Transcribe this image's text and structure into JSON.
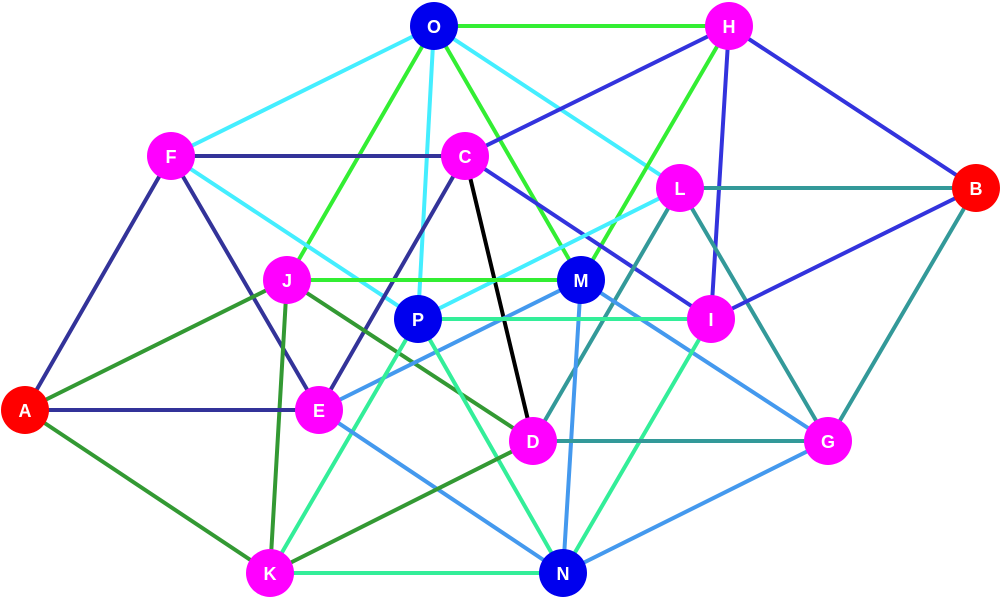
{
  "graph": {
    "nodes": [
      {
        "id": "O",
        "label": "O",
        "color": "#0000ee"
      },
      {
        "id": "H",
        "label": "H",
        "color": "#ff00ff"
      },
      {
        "id": "F",
        "label": "F",
        "color": "#ff00ff"
      },
      {
        "id": "C",
        "label": "C",
        "color": "#ff00ff"
      },
      {
        "id": "L",
        "label": "L",
        "color": "#ff00ff"
      },
      {
        "id": "B",
        "label": "B",
        "color": "#ff0000"
      },
      {
        "id": "J",
        "label": "J",
        "color": "#ff00ff"
      },
      {
        "id": "M",
        "label": "M",
        "color": "#0000ee"
      },
      {
        "id": "P",
        "label": "P",
        "color": "#0000ee"
      },
      {
        "id": "I",
        "label": "I",
        "color": "#ff00ff"
      },
      {
        "id": "A",
        "label": "A",
        "color": "#ff0000"
      },
      {
        "id": "E",
        "label": "E",
        "color": "#ff00ff"
      },
      {
        "id": "D",
        "label": "D",
        "color": "#ff00ff"
      },
      {
        "id": "G",
        "label": "G",
        "color": "#ff00ff"
      },
      {
        "id": "K",
        "label": "K",
        "color": "#ff00ff"
      },
      {
        "id": "N",
        "label": "N",
        "color": "#0000ee"
      }
    ],
    "edges": [
      {
        "from": "O",
        "to": "H",
        "color": "#33ee33"
      },
      {
        "from": "O",
        "to": "F",
        "color": "#44eeff"
      },
      {
        "from": "O",
        "to": "J",
        "color": "#33ee33"
      },
      {
        "from": "O",
        "to": "P",
        "color": "#44eeff"
      },
      {
        "from": "O",
        "to": "M",
        "color": "#33ee33"
      },
      {
        "from": "O",
        "to": "L",
        "color": "#44eeff"
      },
      {
        "from": "H",
        "to": "C",
        "color": "#3333dd"
      },
      {
        "from": "H",
        "to": "M",
        "color": "#33ee33"
      },
      {
        "from": "H",
        "to": "I",
        "color": "#3333dd"
      },
      {
        "from": "H",
        "to": "B",
        "color": "#3333dd"
      },
      {
        "from": "F",
        "to": "C",
        "color": "#333399"
      },
      {
        "from": "F",
        "to": "P",
        "color": "#44eeff"
      },
      {
        "from": "F",
        "to": "A",
        "color": "#333399"
      },
      {
        "from": "F",
        "to": "E",
        "color": "#333399"
      },
      {
        "from": "C",
        "to": "E",
        "color": "#333399"
      },
      {
        "from": "C",
        "to": "D",
        "color": "#000000"
      },
      {
        "from": "C",
        "to": "I",
        "color": "#3333dd"
      },
      {
        "from": "L",
        "to": "B",
        "color": "#339999"
      },
      {
        "from": "L",
        "to": "P",
        "color": "#44eeff"
      },
      {
        "from": "L",
        "to": "D",
        "color": "#339999"
      },
      {
        "from": "L",
        "to": "G",
        "color": "#339999"
      },
      {
        "from": "B",
        "to": "I",
        "color": "#3333dd"
      },
      {
        "from": "B",
        "to": "G",
        "color": "#339999"
      },
      {
        "from": "J",
        "to": "M",
        "color": "#33ee33"
      },
      {
        "from": "J",
        "to": "A",
        "color": "#339933"
      },
      {
        "from": "J",
        "to": "K",
        "color": "#339933"
      },
      {
        "from": "J",
        "to": "D",
        "color": "#339933"
      },
      {
        "from": "M",
        "to": "E",
        "color": "#4499ee"
      },
      {
        "from": "M",
        "to": "N",
        "color": "#4499ee"
      },
      {
        "from": "M",
        "to": "G",
        "color": "#4499ee"
      },
      {
        "from": "P",
        "to": "I",
        "color": "#33ee99"
      },
      {
        "from": "P",
        "to": "K",
        "color": "#33ee99"
      },
      {
        "from": "P",
        "to": "N",
        "color": "#33ee99"
      },
      {
        "from": "I",
        "to": "N",
        "color": "#33ee99"
      },
      {
        "from": "A",
        "to": "E",
        "color": "#333399"
      },
      {
        "from": "A",
        "to": "K",
        "color": "#339933"
      },
      {
        "from": "E",
        "to": "N",
        "color": "#4499ee"
      },
      {
        "from": "D",
        "to": "K",
        "color": "#339933"
      },
      {
        "from": "D",
        "to": "G",
        "color": "#339999"
      },
      {
        "from": "G",
        "to": "N",
        "color": "#4499ee"
      },
      {
        "from": "K",
        "to": "N",
        "color": "#33ee99"
      }
    ]
  }
}
